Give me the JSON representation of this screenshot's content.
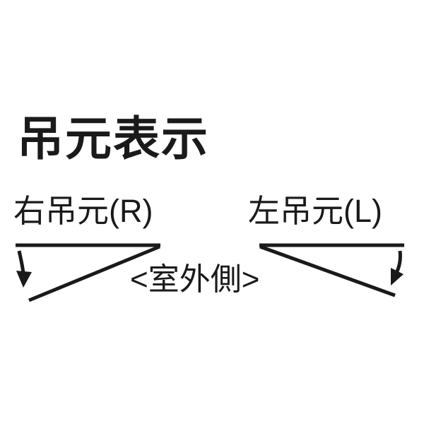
{
  "page": {
    "background_color": "#ffffff",
    "ink_color": "#1a1a1a"
  },
  "title": "吊元表示",
  "diagram": {
    "left_group": {
      "label": "右吊元(R)",
      "arrow_icon": "curved-swing-down-arrow",
      "shape": "door-swing-triangle-open-left"
    },
    "right_group": {
      "label": "左吊元(L)",
      "arrow_icon": "curved-swing-down-arrow",
      "shape": "door-swing-triangle-open-right"
    },
    "center_label": "<室外側>"
  }
}
